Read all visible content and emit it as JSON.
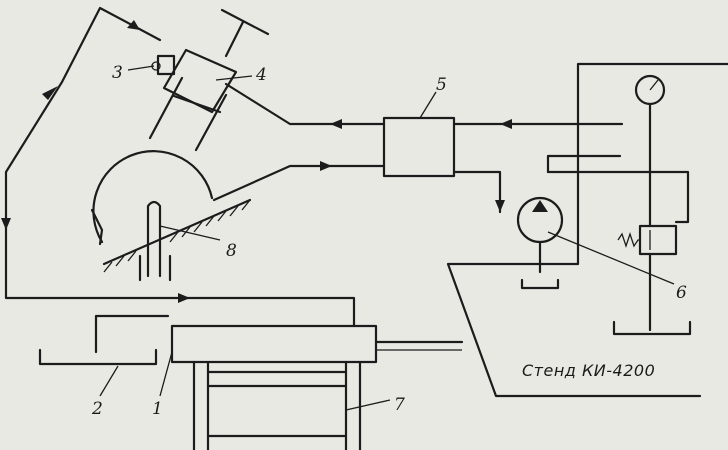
{
  "labels": {
    "n1": "1",
    "n2": "2",
    "n3": "3",
    "n4": "4",
    "n5": "5",
    "n6": "6",
    "n7": "7",
    "n8": "8"
  },
  "stand_label": "Стенд КИ-4200"
}
